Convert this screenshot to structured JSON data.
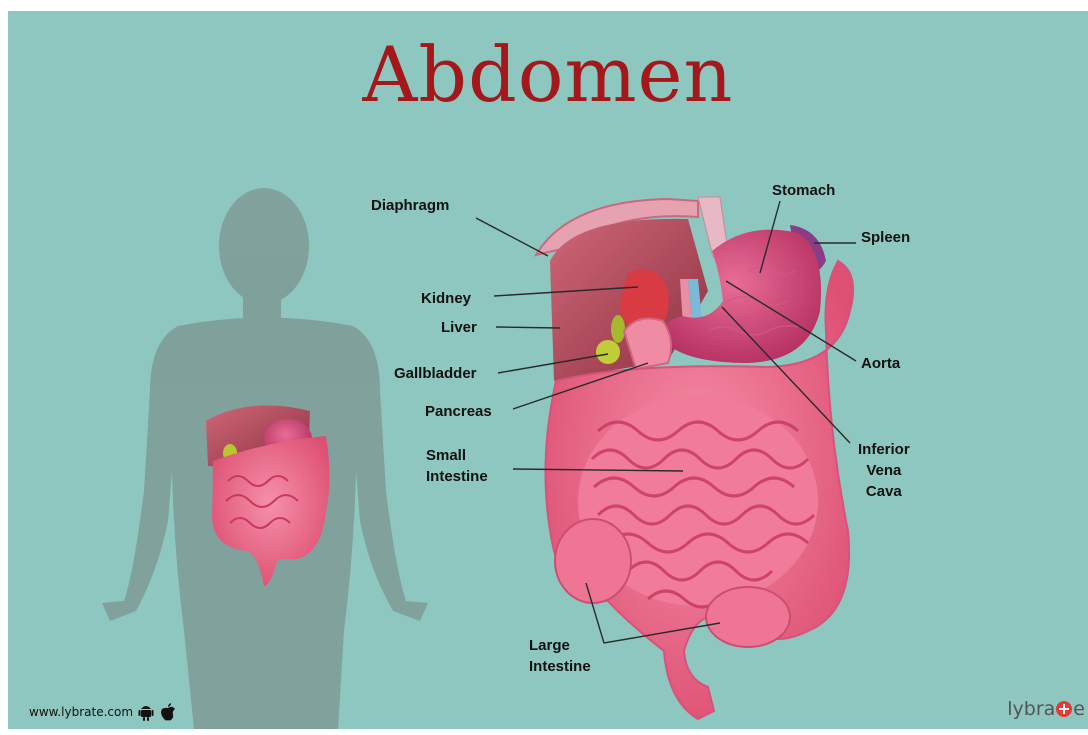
{
  "title": "Abdomen",
  "labels": {
    "diaphragm": "Diaphragm",
    "stomach": "Stomach",
    "spleen": "Spleen",
    "kidney": "Kidney",
    "liver": "Liver",
    "gallbladder": "Gallbladder",
    "pancreas": "Pancreas",
    "aorta": "Aorta",
    "small_intestine": [
      "Small",
      "Intestine"
    ],
    "inferior_vena_cava": [
      "Inferior",
      "Vena",
      "Cava"
    ],
    "large_intestine": [
      "Large",
      "Intestine"
    ]
  },
  "footer": {
    "website": "www.lybrate.com",
    "brand_left": "lybra",
    "brand_right": "e"
  },
  "icons": [
    "android-icon",
    "apple-icon",
    "plus-icon"
  ],
  "colors": {
    "background": "#8ec7bf",
    "title": "#a3191b",
    "organ_pink": "#ec6f8c",
    "silhouette": "#7e9b98"
  }
}
